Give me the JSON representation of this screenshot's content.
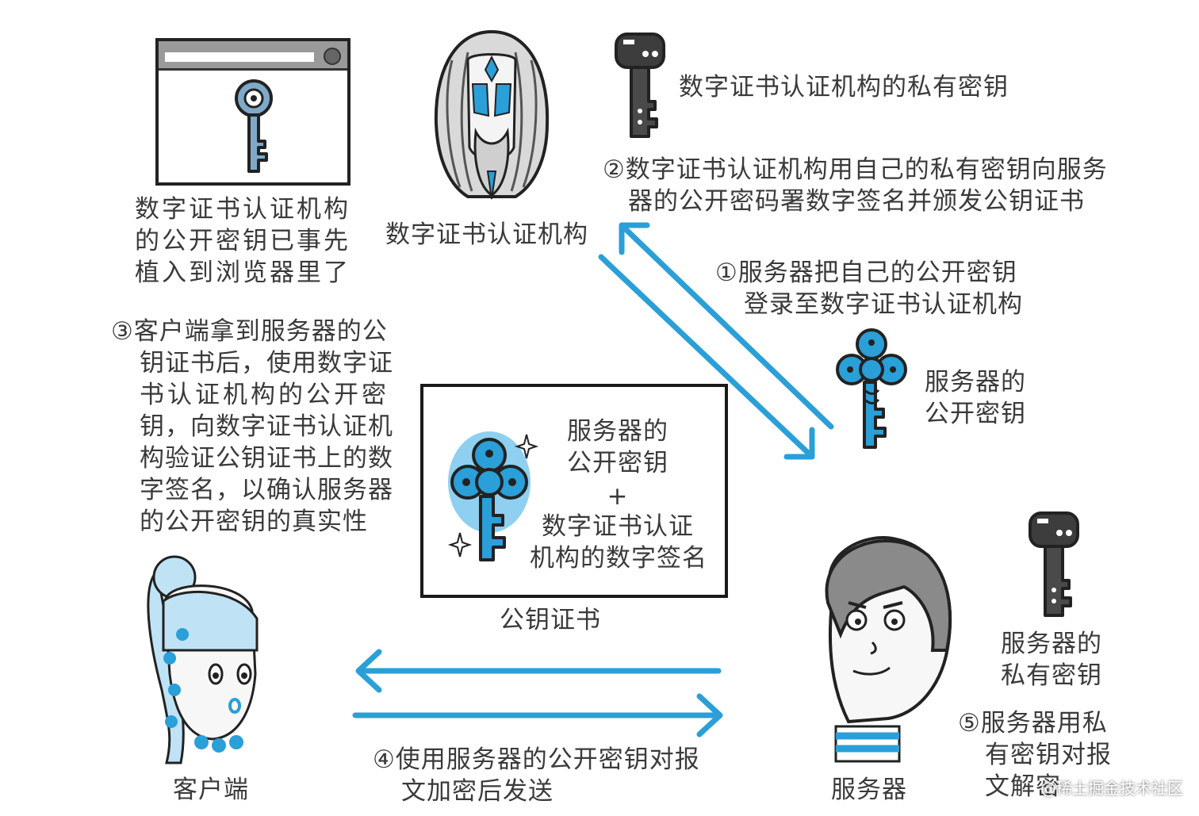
{
  "colors": {
    "accent": "#2a9fd8",
    "ink": "#3a3a3a",
    "line": "#1f1f1f"
  },
  "browser_caption": [
    "数字证书认证机构",
    "的公开密钥已事先",
    "植入到浏览器里了"
  ],
  "ca_label": "数字证书认证机构",
  "ca_private_key_label": "数字证书认证机构的私有密钥",
  "step2": [
    "②数字证书认证机构用自己的私有密钥向服务",
    "器的公开密码署数字签名并颁发公钥证书"
  ],
  "step1": [
    "①服务器把自己的公开密钥",
    "登录至数字证书认证机构"
  ],
  "server_public_key_label": [
    "服务器的",
    "公开密钥"
  ],
  "step3": [
    "③客户端拿到服务器的公",
    "钥证书后，使用数字证",
    "书认证机构的公开密",
    "钥，向数字证书认证机",
    "构验证公钥证书上的数",
    "字签名，以确认服务器",
    "的公开密钥的真实性"
  ],
  "certificate": {
    "line1": "服务器的",
    "line2": "公开密钥",
    "plus": "+",
    "line3": "数字证书认证",
    "line4": "机构的数字签名",
    "caption": "公钥证书"
  },
  "server_private_key_label": [
    "服务器的",
    "私有密钥"
  ],
  "step5": [
    "⑤服务器用私",
    "有密钥对报",
    "文解密"
  ],
  "step4": [
    "④使用服务器的公开密钥对报",
    "文加密后发送"
  ],
  "client_label": "客户端",
  "server_label": "服务器",
  "watermark": "@稀土掘金技术社区",
  "icons": [
    "browser-window-icon",
    "ca-public-key-icon",
    "ca-person-icon",
    "ca-private-key-icon",
    "server-public-key-icon",
    "certificate-key-icon",
    "sparkle-icon",
    "client-person-icon",
    "server-person-icon",
    "server-private-key-icon",
    "arrow-icon"
  ]
}
